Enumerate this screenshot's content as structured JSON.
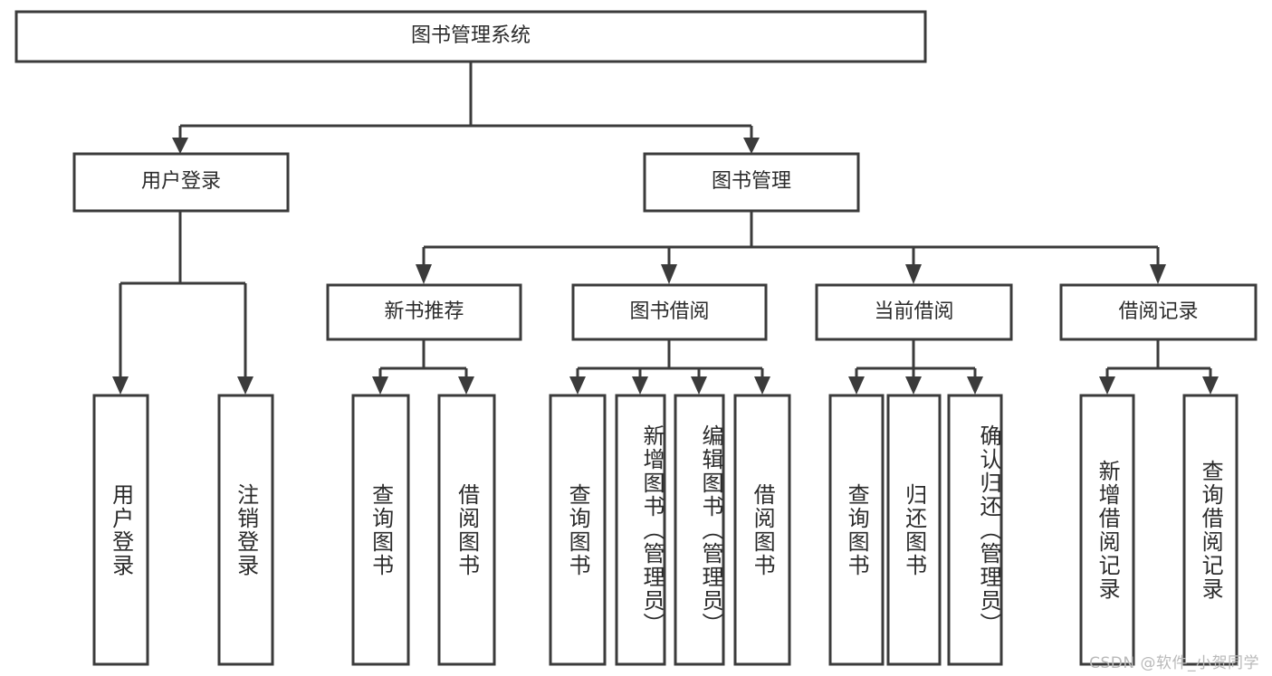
{
  "diagram": {
    "type": "tree-hierarchy",
    "title": "图书管理系统",
    "watermark": "CSDN @软件_小贺同学",
    "nodes": {
      "root": {
        "label": "图书管理系统"
      },
      "level1": [
        {
          "id": "user-login",
          "label": "用户登录"
        },
        {
          "id": "book-manage",
          "label": "图书管理"
        }
      ],
      "level2": [
        {
          "id": "new-book-recommend",
          "label": "新书推荐",
          "parent": "book-manage"
        },
        {
          "id": "book-borrow",
          "label": "图书借阅",
          "parent": "book-manage"
        },
        {
          "id": "current-borrow",
          "label": "当前借阅",
          "parent": "book-manage"
        },
        {
          "id": "borrow-record",
          "label": "借阅记录",
          "parent": "book-manage"
        }
      ],
      "leaves": [
        {
          "id": "leaf-user-login",
          "label": "用户登录",
          "parent": "user-login"
        },
        {
          "id": "leaf-logout",
          "label": "注销登录",
          "parent": "user-login"
        },
        {
          "id": "leaf-query-book-1",
          "label": "查询图书",
          "parent": "new-book-recommend"
        },
        {
          "id": "leaf-borrow-book-1",
          "label": "借阅图书",
          "parent": "new-book-recommend"
        },
        {
          "id": "leaf-query-book-2",
          "label": "查询图书",
          "parent": "book-borrow"
        },
        {
          "id": "leaf-add-book",
          "label": "新增图书（管理员）",
          "parent": "book-borrow"
        },
        {
          "id": "leaf-edit-book",
          "label": "编辑图书（管理员）",
          "parent": "book-borrow"
        },
        {
          "id": "leaf-borrow-book-2",
          "label": "借阅图书",
          "parent": "book-borrow"
        },
        {
          "id": "leaf-query-book-3",
          "label": "查询图书",
          "parent": "current-borrow"
        },
        {
          "id": "leaf-return-book",
          "label": "归还图书",
          "parent": "current-borrow"
        },
        {
          "id": "leaf-confirm-return",
          "label": "确认归还（管理员）",
          "parent": "current-borrow"
        },
        {
          "id": "leaf-add-record",
          "label": "新增借阅记录",
          "parent": "borrow-record"
        },
        {
          "id": "leaf-query-record",
          "label": "查询借阅记录",
          "parent": "borrow-record"
        }
      ]
    },
    "colors": {
      "stroke": "#3b3b3b",
      "fill": "#ffffff",
      "text": "#2b2b2b",
      "watermark": "#b9b9b9"
    }
  }
}
